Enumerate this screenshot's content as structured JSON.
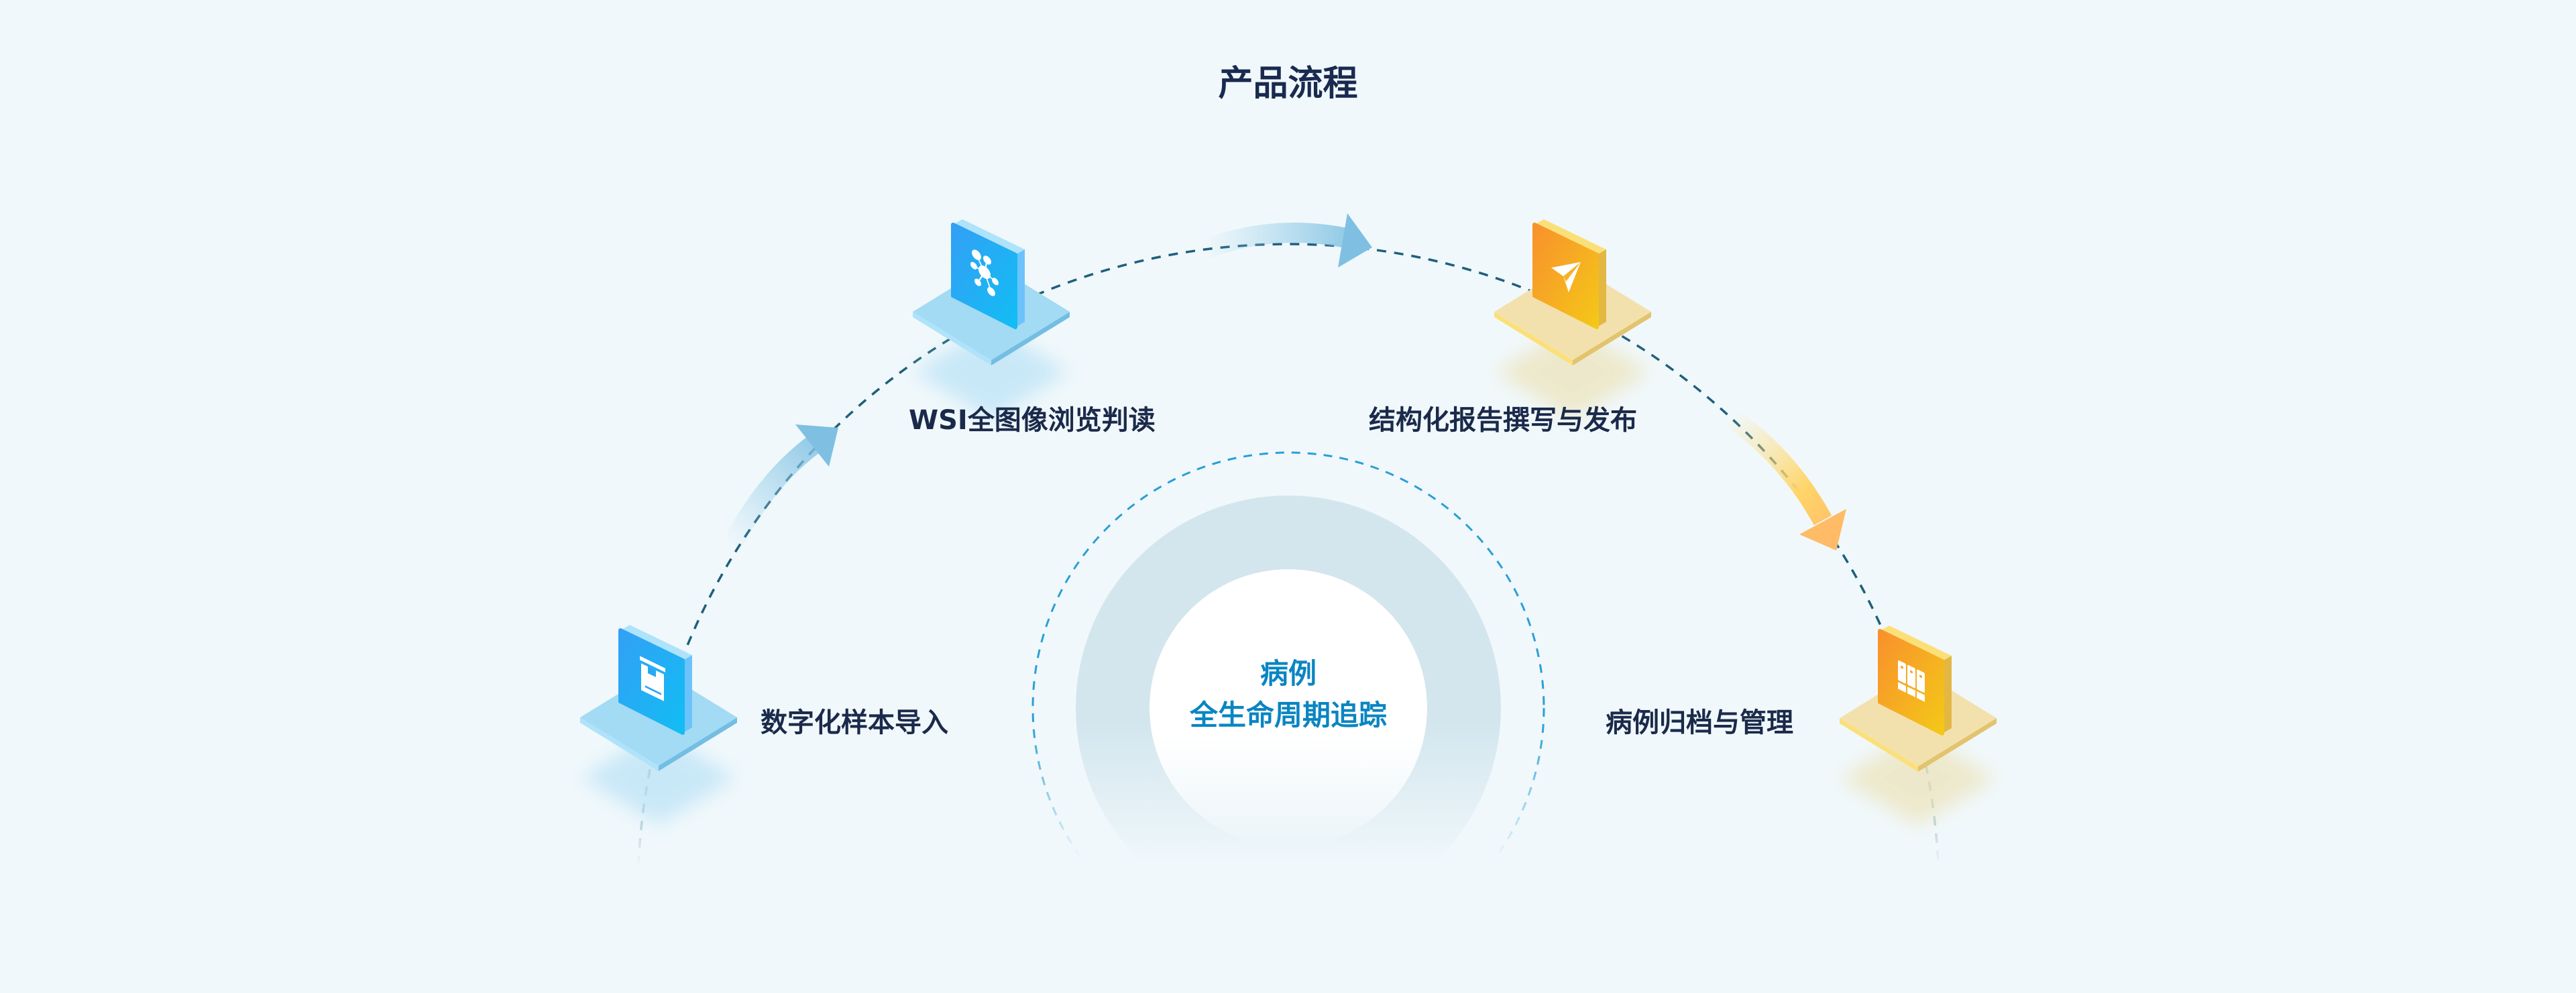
{
  "title": "产品流程",
  "center": {
    "line1": "病例",
    "line2": "全生命周期追踪"
  },
  "steps": [
    {
      "label": "数字化样本导入",
      "icon": "scanner-box-icon",
      "theme": "blue"
    },
    {
      "label": "WSI全图像浏览判读",
      "icon": "molecule-network-icon",
      "theme": "blue"
    },
    {
      "label": "结构化报告撰写与发布",
      "icon": "paper-plane-icon",
      "theme": "orange"
    },
    {
      "label": "病例归档与管理",
      "icon": "archive-folders-icon",
      "theme": "orange"
    }
  ],
  "colors": {
    "background": "#f0f8fb",
    "title": "#1a2a4f",
    "center_text": "#0a85c2",
    "blue_accent": "#1aa3f0",
    "orange_accent": "#f7a12a",
    "dash_line": "#1f5f7a"
  }
}
